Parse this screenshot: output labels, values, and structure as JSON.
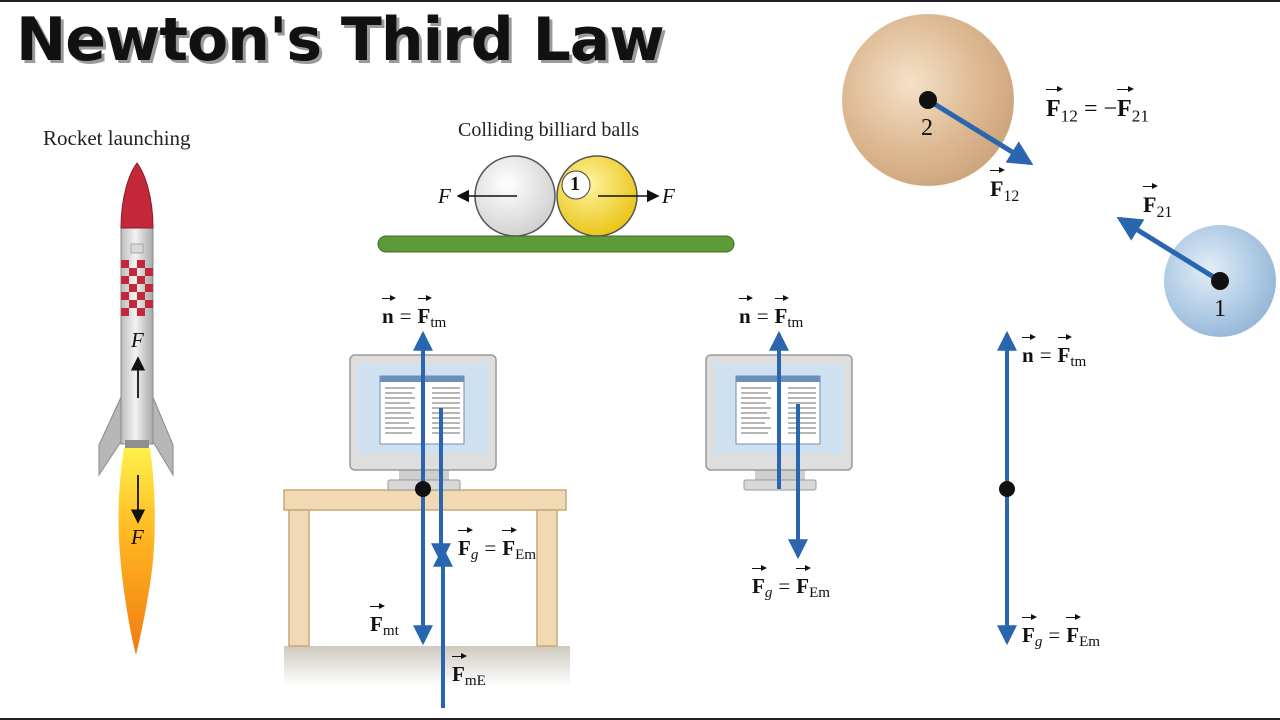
{
  "title": "Newton's Third Law",
  "rocket": {
    "caption": "Rocket launching",
    "force_up": "F",
    "force_down": "F"
  },
  "billiard": {
    "caption": "Colliding billiard balls",
    "ball_number": "1",
    "force_left": "F",
    "force_right": "F"
  },
  "spheres": {
    "ball_2_label": "2",
    "ball_1_label": "1",
    "equation": {
      "lhs_sub": "12",
      "rhs_sign": "−",
      "rhs_sub": "21",
      "equals": "="
    },
    "force_12": {
      "sub": "12"
    },
    "force_21": {
      "sub": "21"
    }
  },
  "labels": {
    "n": "n",
    "F": "F",
    "g": "g",
    "tm": "tm",
    "Em": "Em",
    "mt": "mt",
    "mE": "mE",
    "equals": "="
  },
  "colors": {
    "arrow": "#2a66b0",
    "ball_2": "#d9b58e",
    "ball_1": "#a9c6e2",
    "yellow_ball": "#f1d22a",
    "table_felt": "#5c9a3a"
  }
}
